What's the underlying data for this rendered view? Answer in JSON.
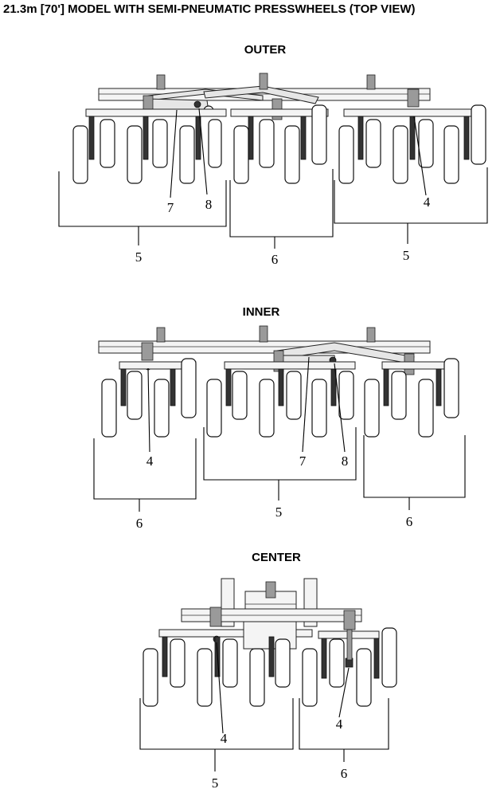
{
  "title": "21.3m [70'] MODEL WITH SEMI-PNEUMATIC PRESSWHEELS (TOP VIEW)",
  "views": {
    "outer": {
      "heading": "OUTER",
      "callouts": {
        "seven": "7",
        "eight": "8",
        "four": "4",
        "five_left": "5",
        "six": "6",
        "five_right": "5"
      }
    },
    "inner": {
      "heading": "INNER",
      "callouts": {
        "four": "4",
        "seven": "7",
        "eight": "8",
        "six_left": "6",
        "five": "5",
        "six_right": "6"
      }
    },
    "center": {
      "heading": "CENTER",
      "callouts": {
        "four_left": "4",
        "four_right": "4",
        "five": "5",
        "six": "6"
      }
    }
  }
}
